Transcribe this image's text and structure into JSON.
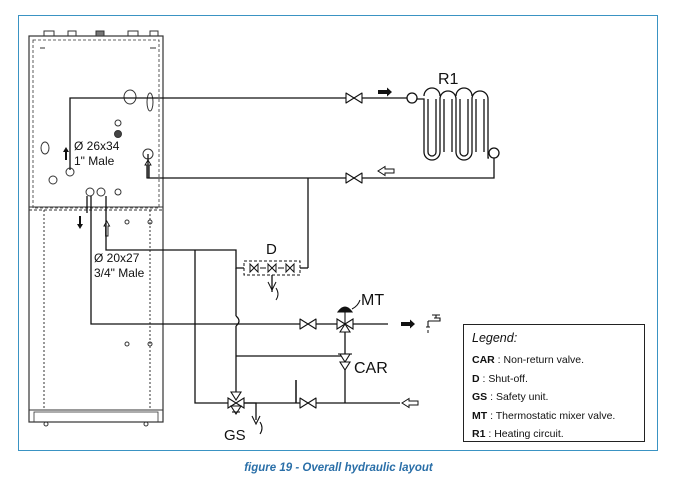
{
  "caption": "figure 19 - Overall hydraulic layout",
  "labels": {
    "r1": "R1",
    "d": "D",
    "mt": "MT",
    "car": "CAR",
    "gs": "GS",
    "pipe1_size": "Ø 26x34",
    "pipe1_thread": "1\" Male",
    "pipe2_size": "Ø 20x27",
    "pipe2_thread": "3/4\" Male"
  },
  "legend": {
    "title": "Legend:",
    "items": [
      {
        "code": "CAR",
        "sep": " : ",
        "text": "Non-return valve."
      },
      {
        "code": "D",
        "sep": " : ",
        "text": "Shut-off."
      },
      {
        "code": "GS",
        "sep": " : ",
        "text": "Safety unit."
      },
      {
        "code": "MT",
        "sep": " : ",
        "text": "Thermostatic mixer valve."
      },
      {
        "code": "R1",
        "sep": " : ",
        "text": "Heating circuit."
      }
    ]
  },
  "colors": {
    "line": "#111111",
    "frame": "#3a93c3",
    "caption": "#2a6fa8"
  }
}
